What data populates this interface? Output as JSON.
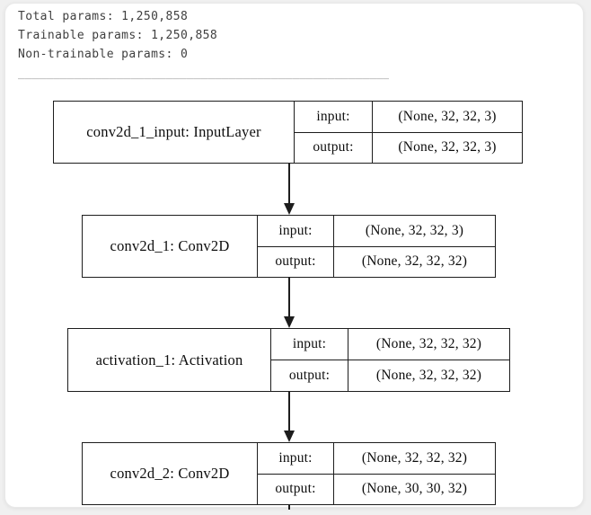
{
  "summary": {
    "total_params_line": "Total params: 1,250,858",
    "trainable_params_line": "Trainable params: 1,250,858",
    "non_trainable_params_line": "Non-trainable params: 0",
    "separator": "____________________________________________________________"
  },
  "diagram": {
    "nodes": [
      {
        "title": "conv2d_1_input: InputLayer",
        "input_label": "input:",
        "output_label": "output:",
        "input_shape": "(None, 32, 32, 3)",
        "output_shape": "(None, 32, 32, 3)"
      },
      {
        "title": "conv2d_1: Conv2D",
        "input_label": "input:",
        "output_label": "output:",
        "input_shape": "(None, 32, 32, 3)",
        "output_shape": "(None, 32, 32, 32)"
      },
      {
        "title": "activation_1: Activation",
        "input_label": "input:",
        "output_label": "output:",
        "input_shape": "(None, 32, 32, 32)",
        "output_shape": "(None, 32, 32, 32)"
      },
      {
        "title": "conv2d_2: Conv2D",
        "input_label": "input:",
        "output_label": "output:",
        "input_shape": "(None, 32, 32, 32)",
        "output_shape": "(None, 30, 30, 32)"
      }
    ]
  },
  "colors": {
    "page_background": "#f0f0f0",
    "card_background": "#ffffff",
    "node_border": "#1d1d1d",
    "node_text": "#0d0d0d",
    "summary_text": "#3f3f3f",
    "separator": "#8a8a8a"
  }
}
